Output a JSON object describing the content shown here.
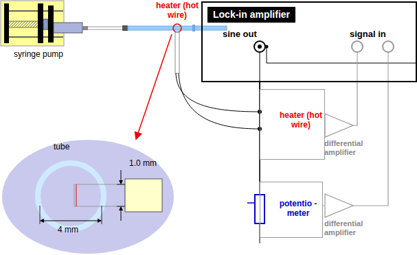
{
  "diagram": {
    "nodes": [
      {
        "text": [
          "Lock-in amplifier",
          "sine out",
          "signal in"
        ]
      },
      {
        "text": [
          "heater (hot wire)"
        ]
      },
      {
        "text": [
          "differential amplifier"
        ]
      },
      {
        "text": [
          "potentio -meter"
        ]
      },
      {
        "text": [
          "differential amplifier"
        ]
      }
    ],
    "edges": [
      {
        "from": 0,
        "to": 1,
        "arrow": "none"
      },
      {
        "from": 0,
        "to": 3,
        "arrow": "none"
      },
      {
        "from": 1,
        "to": 2,
        "arrow": "none"
      },
      {
        "from": 3,
        "to": 4,
        "arrow": "none"
      },
      {
        "from": 2,
        "to": 0,
        "arrow": "none"
      },
      {
        "from": 4,
        "to": 0,
        "arrow": "none"
      }
    ],
    "labels": [
      "heater (hot wire)",
      "syringe pump",
      "tube",
      "1.0 mm",
      "4 mm"
    ]
  }
}
